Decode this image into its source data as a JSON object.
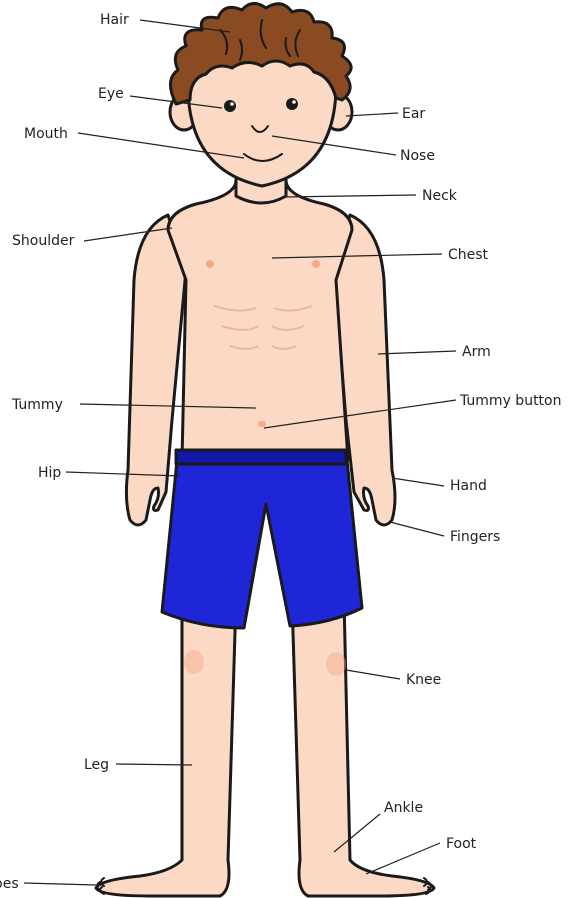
{
  "diagram": {
    "colors": {
      "skin": "#fbd9c4",
      "skin_shadow": "#f2c2a6",
      "hair": "#8a4a22",
      "hair_dark": "#5a2d12",
      "shorts": "#1f26d8",
      "shorts_dark": "#1218a8",
      "outline": "#1a1a1a",
      "blush": "#f3a98a"
    },
    "labels": {
      "hair": "Hair",
      "eye": "Eye",
      "ear": "Ear",
      "mouth": "Mouth",
      "nose": "Nose",
      "neck": "Neck",
      "shoulder": "Shoulder",
      "chest": "Chest",
      "arm": "Arm",
      "tummy": "Tummy",
      "tummy_button": "Tummy button",
      "hip": "Hip",
      "hand": "Hand",
      "fingers": "Fingers",
      "knee": "Knee",
      "leg": "Leg",
      "ankle": "Ankle",
      "foot": "Foot",
      "toes": "Toes"
    }
  }
}
